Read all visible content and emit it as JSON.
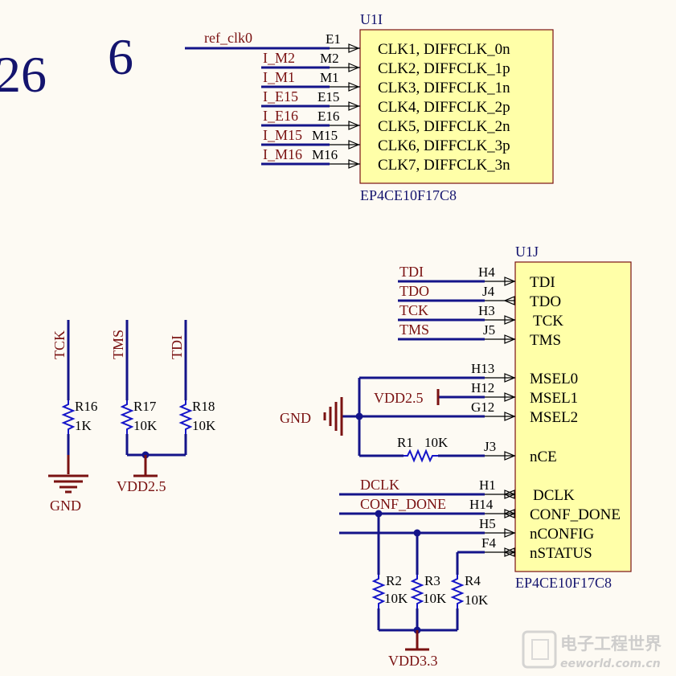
{
  "stray_numbers": {
    "left": "26",
    "right": "6"
  },
  "u1i": {
    "designator": "U1I",
    "part": "EP4CE10F17C8",
    "rows": [
      {
        "net": "ref_clk0",
        "pin": "E1",
        "func": "CLK1, DIFFCLK_0n"
      },
      {
        "net": "I_M2",
        "pin": "M2",
        "func": "CLK2, DIFFCLK_1p"
      },
      {
        "net": "I_M1",
        "pin": "M1",
        "func": "CLK3, DIFFCLK_1n"
      },
      {
        "net": "I_E15",
        "pin": "E15",
        "func": "CLK4, DIFFCLK_2p"
      },
      {
        "net": "I_E16",
        "pin": "E16",
        "func": "CLK5, DIFFCLK_2n"
      },
      {
        "net": "I_M15",
        "pin": "M15",
        "func": "CLK6, DIFFCLK_3p"
      },
      {
        "net": "I_M16",
        "pin": "M16",
        "func": "CLK7, DIFFCLK_3n"
      }
    ]
  },
  "u1j": {
    "designator": "U1J",
    "part": "EP4CE10F17C8",
    "jtag": [
      {
        "net": "TDI",
        "pin": "H4",
        "func": "TDI"
      },
      {
        "net": "TDO",
        "pin": "J4",
        "func": "TDO"
      },
      {
        "net": "TCK",
        "pin": "H3",
        "func": "TCK"
      },
      {
        "net": "TMS",
        "pin": "J5",
        "func": "TMS"
      }
    ],
    "msel": [
      {
        "pin": "H13",
        "func": "MSEL0"
      },
      {
        "pin": "H12",
        "func": "MSEL1"
      },
      {
        "pin": "G12",
        "func": "MSEL2"
      }
    ],
    "nce": {
      "pin": "J3",
      "func": "nCE"
    },
    "config": [
      {
        "net": "DCLK",
        "pin": "H1",
        "func": "DCLK"
      },
      {
        "net": "CONF_DONE",
        "pin": "H14",
        "func": "CONF_DONE"
      },
      {
        "net": "",
        "pin": "H5",
        "func": "nCONFIG"
      },
      {
        "net": "",
        "pin": "F4",
        "func": "nSTATUS"
      }
    ]
  },
  "power": {
    "gnd_left": "GND",
    "gnd_mid": "GND",
    "vdd25_left": "VDD2.5",
    "vdd25_mid": "VDD2.5",
    "vdd33": "VDD3.3"
  },
  "resistors": {
    "r1": {
      "ref": "R1",
      "value": "10K"
    },
    "r2": {
      "ref": "R2",
      "value": "10K"
    },
    "r3": {
      "ref": "R3",
      "value": "10K"
    },
    "r4": {
      "ref": "R4",
      "value": "10K"
    },
    "r16": {
      "ref": "R16",
      "value": "1K",
      "net": "TCK"
    },
    "r17": {
      "ref": "R17",
      "value": "10K",
      "net": "TMS"
    },
    "r18": {
      "ref": "R18",
      "value": "10K",
      "net": "TDI"
    }
  },
  "watermark": {
    "cn": "电子工程世界",
    "en": "eeworld.com.cn"
  },
  "colors": {
    "wire": "#14148a",
    "power": "#7a1212",
    "body": "#ffffa8",
    "resistor": "#1414c8"
  }
}
